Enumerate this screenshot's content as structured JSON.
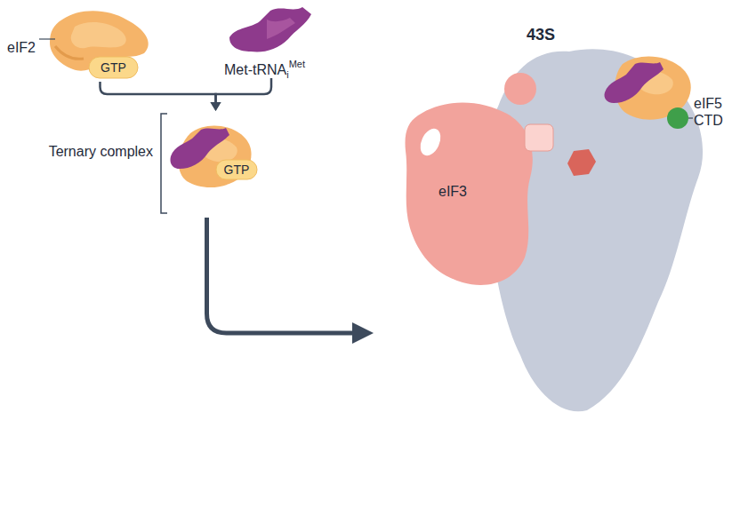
{
  "diagram": {
    "nodes": [
      {
        "text": [
          "eIF2"
        ]
      },
      {
        "text": [
          "GTP"
        ],
        "in": 0
      },
      {
        "text": [
          "Met-tRNA",
          "i",
          "Met"
        ]
      },
      {
        "text": [
          "Ternary complex"
        ]
      },
      {
        "text": [
          "GTP"
        ],
        "in": 3
      },
      {
        "text": [
          "43S"
        ]
      },
      {
        "text": [
          "eIF3"
        ],
        "in": 5
      },
      {
        "text": [
          "eIF5 CTD"
        ],
        "in": 5
      }
    ],
    "edges": [
      {
        "from": 0,
        "to": 3,
        "arrow": "to"
      },
      {
        "from": 2,
        "to": 3,
        "arrow": "to"
      },
      {
        "from": 3,
        "to": 5,
        "arrow": "to"
      }
    ]
  }
}
